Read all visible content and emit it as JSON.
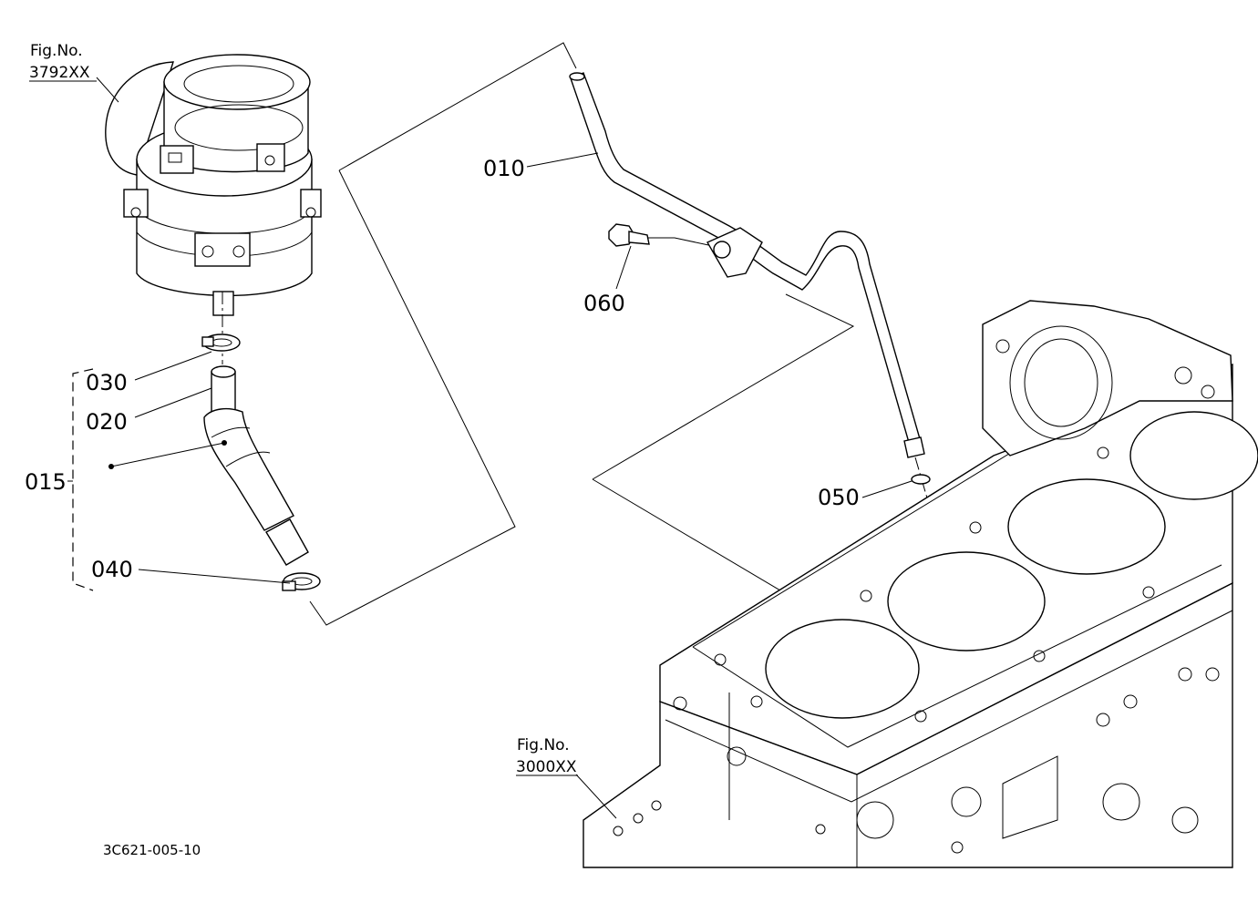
{
  "figure_refs": {
    "breather": {
      "label": "Fig.No.",
      "number": "3792XX"
    },
    "block": {
      "label": "Fig.No.",
      "number": "3000XX"
    }
  },
  "parts": {
    "p010": "010",
    "p015": "015",
    "p020": "020",
    "p030": "030",
    "p040": "040",
    "p050": "050",
    "p060": "060"
  },
  "drawing_code": "3C621-005-10"
}
